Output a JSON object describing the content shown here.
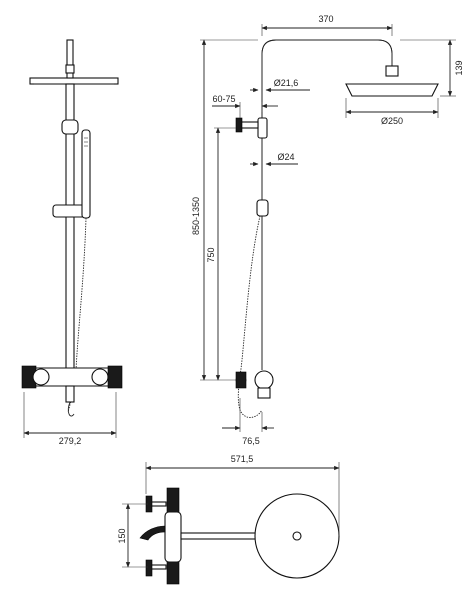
{
  "dimensions": {
    "front_width": "279,2",
    "arm_length": "370",
    "head_height": "139",
    "pipe_diameter_top": "Ø21,6",
    "wall_offset": "60-75",
    "head_diameter": "Ø250",
    "total_height": "850-1350",
    "pipe_diameter_bottom": "Ø24",
    "mixer_to_riser": "750",
    "mixer_depth": "76,5",
    "top_view_length": "571,5",
    "inlet_spacing": "150"
  }
}
